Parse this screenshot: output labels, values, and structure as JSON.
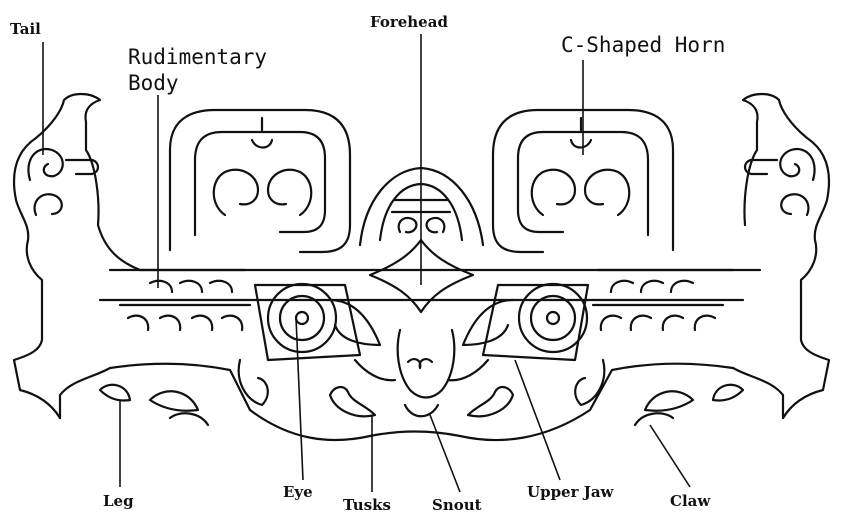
{
  "labels": {
    "tail": "Tail",
    "rudimentary_body_line1": "Rudimentary",
    "rudimentary_body_line2": "Body",
    "forehead": "Forehead",
    "c_shaped_horn": "C-Shaped Horn",
    "leg": "Leg",
    "eye": "Eye",
    "tusks": "Tusks",
    "snout": "Snout",
    "upper_jaw": "Upper Jaw",
    "claw": "Claw"
  }
}
